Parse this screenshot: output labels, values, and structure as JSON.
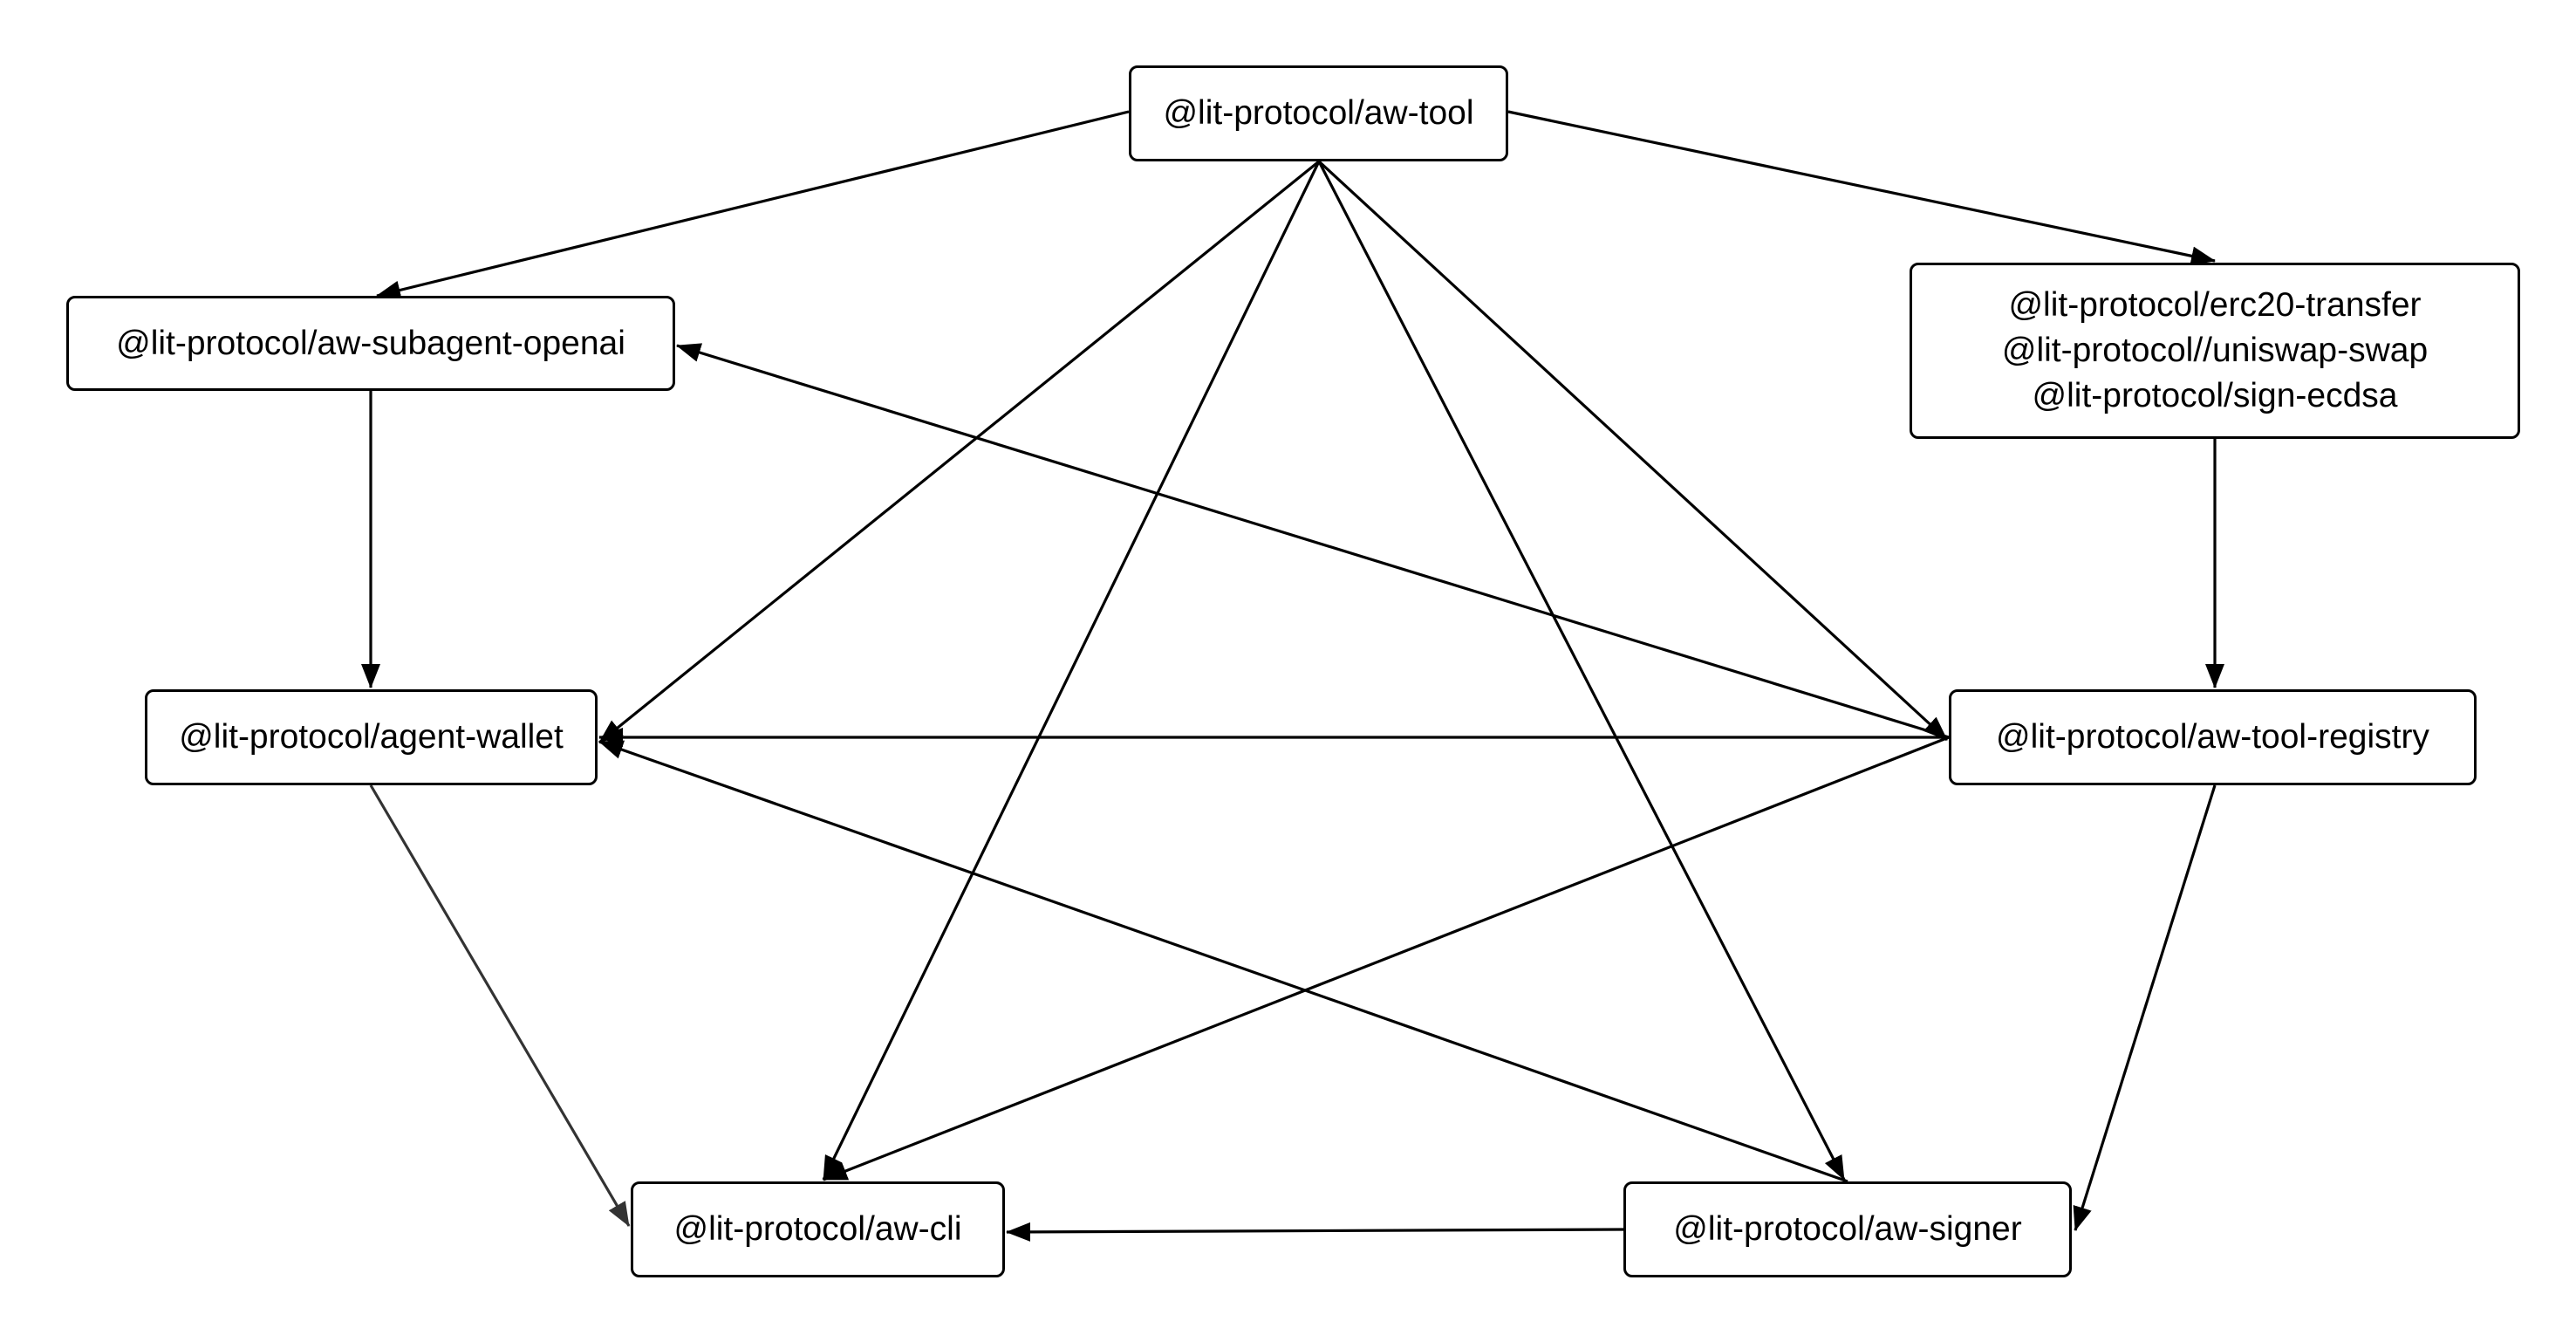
{
  "diagram": {
    "nodes": [
      {
        "id": "aw-tool",
        "lines": [
          "@lit-protocol/aw-tool"
        ]
      },
      {
        "id": "aw-subagent-openai",
        "lines": [
          "@lit-protocol/aw-subagent-openai"
        ]
      },
      {
        "id": "tools-group",
        "lines": [
          "@lit-protocol/erc20-transfer",
          "@lit-protocol//uniswap-swap",
          "@lit-protocol/sign-ecdsa"
        ]
      },
      {
        "id": "agent-wallet",
        "lines": [
          "@lit-protocol/agent-wallet"
        ]
      },
      {
        "id": "aw-tool-registry",
        "lines": [
          "@lit-protocol/aw-tool-registry"
        ]
      },
      {
        "id": "aw-cli",
        "lines": [
          "@lit-protocol/aw-cli"
        ]
      },
      {
        "id": "aw-signer",
        "lines": [
          "@lit-protocol/aw-signer"
        ]
      }
    ],
    "edges": [
      {
        "from": "aw-tool",
        "to": "aw-subagent-openai"
      },
      {
        "from": "aw-tool",
        "to": "tools-group"
      },
      {
        "from": "aw-tool",
        "to": "agent-wallet"
      },
      {
        "from": "aw-tool",
        "to": "aw-cli"
      },
      {
        "from": "aw-tool",
        "to": "aw-signer"
      },
      {
        "from": "aw-tool",
        "to": "aw-tool-registry"
      },
      {
        "from": "aw-subagent-openai",
        "to": "agent-wallet"
      },
      {
        "from": "tools-group",
        "to": "aw-tool-registry"
      },
      {
        "from": "aw-tool-registry",
        "to": "aw-subagent-openai"
      },
      {
        "from": "aw-tool-registry",
        "to": "agent-wallet"
      },
      {
        "from": "aw-tool-registry",
        "to": "aw-cli"
      },
      {
        "from": "aw-tool-registry",
        "to": "aw-signer"
      },
      {
        "from": "aw-signer",
        "to": "agent-wallet"
      },
      {
        "from": "aw-signer",
        "to": "aw-cli"
      },
      {
        "from": "agent-wallet",
        "to": "aw-cli"
      }
    ],
    "colors": {
      "stroke": "#000000",
      "secondary_stroke": "#333333",
      "background": "#ffffff"
    }
  }
}
